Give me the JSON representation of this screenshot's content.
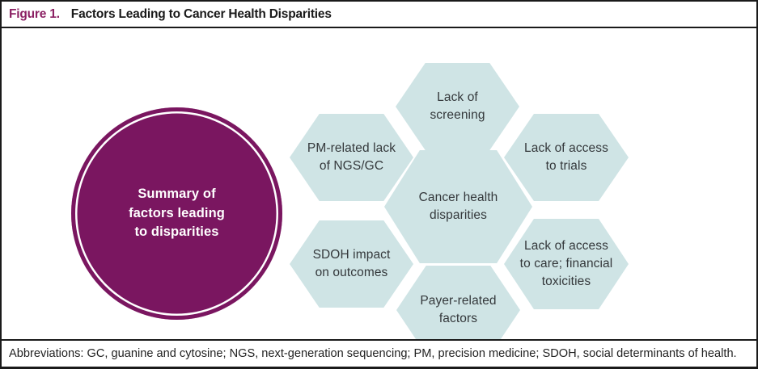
{
  "header": {
    "figure_label": "Figure 1.",
    "figure_title": "Factors Leading to Cancer Health Disparities"
  },
  "circle": {
    "label": "Summary of\nfactors leading\nto disparities"
  },
  "hexagons": [
    {
      "name": "lack-of-screening",
      "label": "Lack of\nscreening"
    },
    {
      "name": "pm-related-lack-of-ngs-gc",
      "label": "PM-related lack\nof NGS/GC"
    },
    {
      "name": "lack-of-access-to-trials",
      "label": "Lack of access\nto trials"
    },
    {
      "name": "cancer-health-disparities",
      "label": "Cancer health\ndisparities"
    },
    {
      "name": "sdoh-impact-on-outcomes",
      "label": "SDOH impact\non outcomes"
    },
    {
      "name": "lack-of-access-to-care",
      "label": "Lack of access\nto care; financial\ntoxicities"
    },
    {
      "name": "payer-related-factors",
      "label": "Payer-related\nfactors"
    }
  ],
  "footer": {
    "abbreviations": "Abbreviations: GC, guanine and cytosine; NGS, next-generation sequencing; PM, precision medicine; SDOH, social determinants of health."
  },
  "colors": {
    "accent_purple": "#7a1660",
    "figure_label_purple": "#8b2063",
    "hexagon_fill": "#cfe4e5",
    "hexagon_text": "#34383b",
    "border_black": "#1a1a1a"
  }
}
